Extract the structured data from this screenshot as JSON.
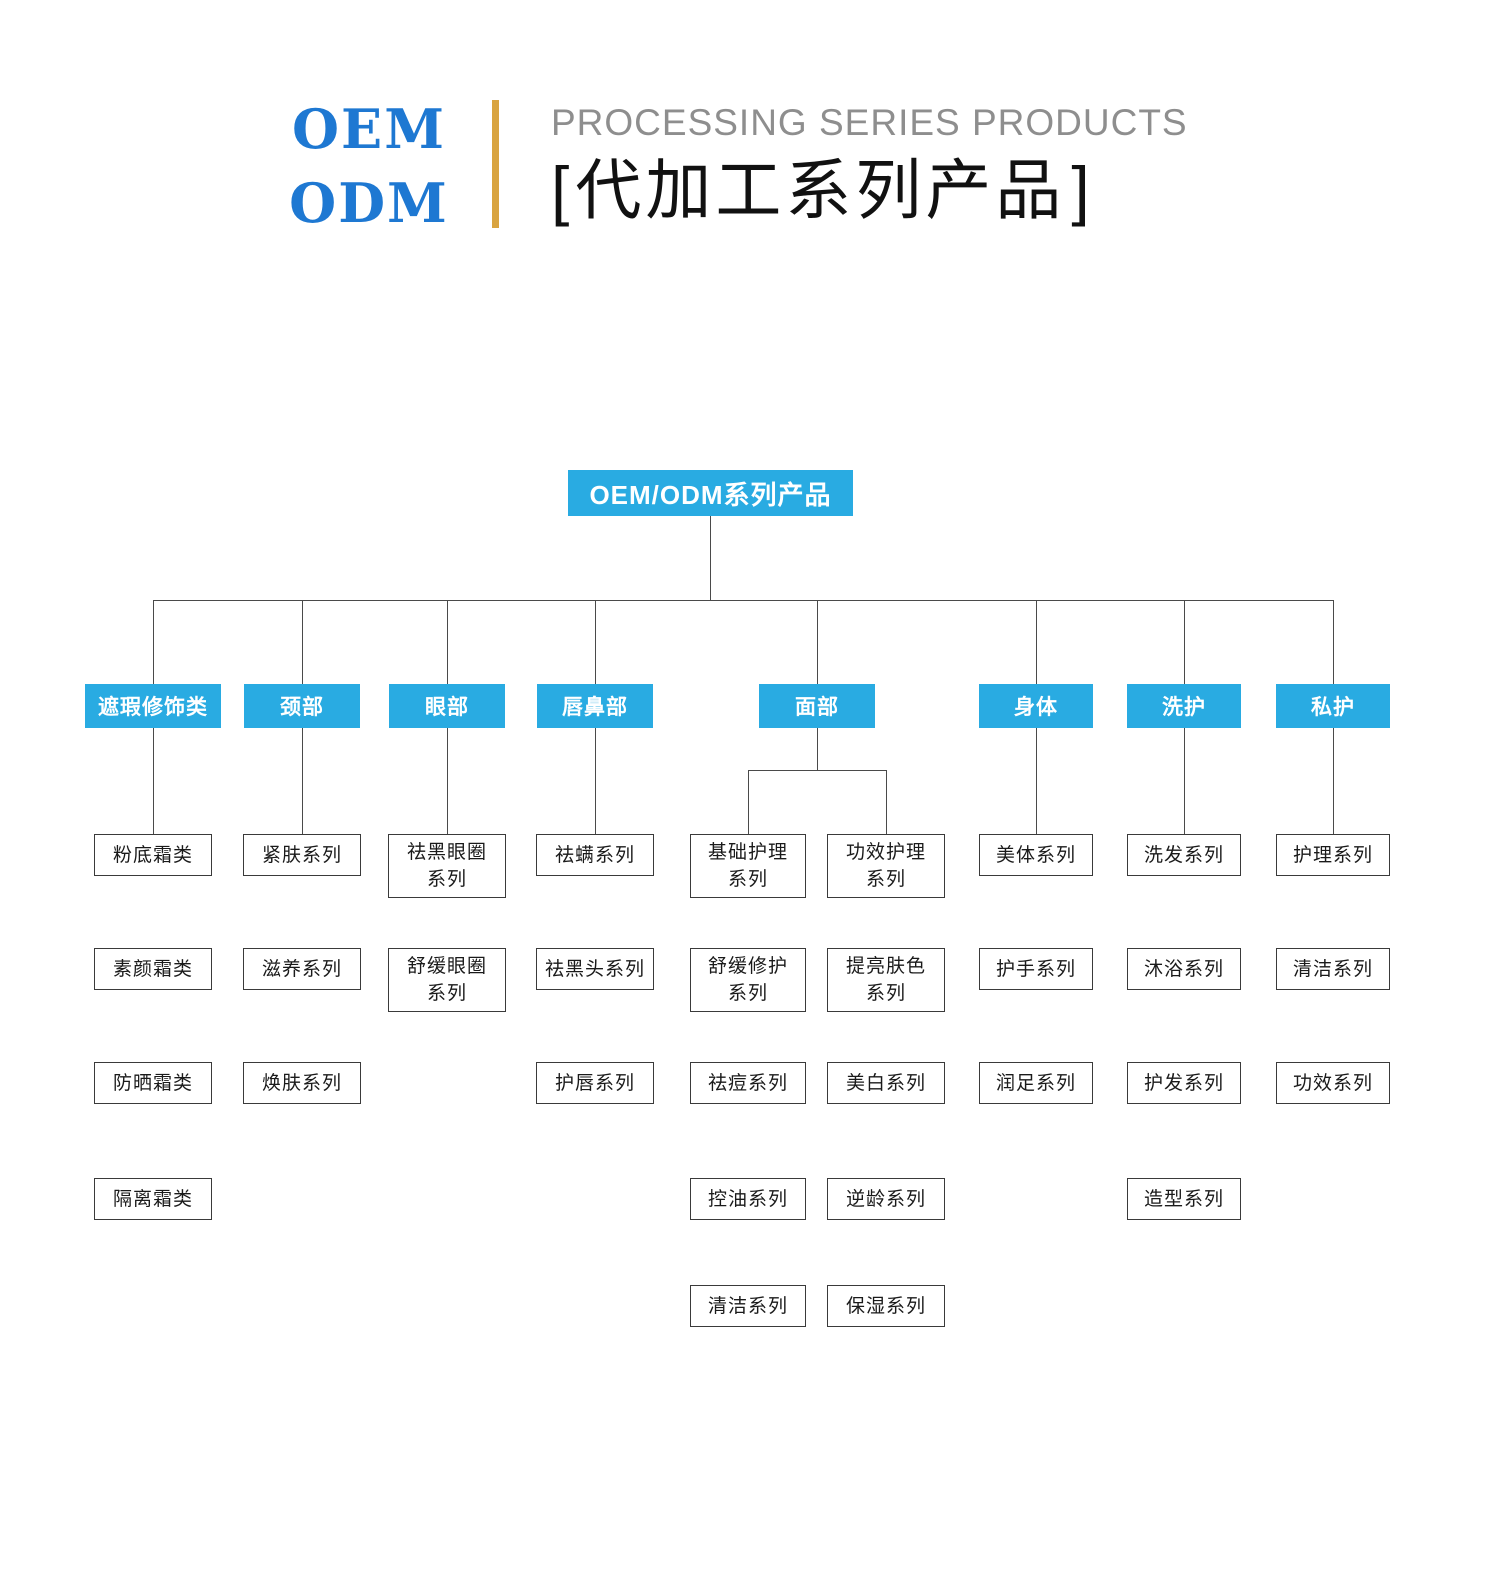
{
  "header": {
    "logo_line1": "OEM",
    "logo_line2": "ODM",
    "subtitle_en": "PROCESSING SERIES PRODUCTS",
    "bracket_left": "[",
    "title_cn": "代加工系列产品",
    "bracket_right": "]"
  },
  "colors": {
    "node_blue": "#29ABE2",
    "logo_blue": "#1E78D2",
    "divider_gold": "#D9A440",
    "line_gray": "#4a4a4a"
  },
  "tree": {
    "root": "OEM/ODM系列产品",
    "categories": [
      {
        "label": "遮瑕修饰类",
        "children": [
          "粉底霜类",
          "素颜霜类",
          "防晒霜类",
          "隔离霜类"
        ]
      },
      {
        "label": "颈部",
        "children": [
          "紧肤系列",
          "滋养系列",
          "焕肤系列"
        ]
      },
      {
        "label": "眼部",
        "children": [
          "祛黑眼圈\n系列",
          "舒缓眼圈\n系列"
        ]
      },
      {
        "label": "唇鼻部",
        "children": [
          "祛螨系列",
          "祛黑头系列",
          "护唇系列"
        ]
      },
      {
        "label": "面部",
        "left": [
          "基础护理\n系列",
          "舒缓修护\n系列",
          "祛痘系列",
          "控油系列",
          "清洁系列"
        ],
        "right": [
          "功效护理\n系列",
          "提亮肤色\n系列",
          "美白系列",
          "逆龄系列",
          "保湿系列"
        ]
      },
      {
        "label": "身体",
        "children": [
          "美体系列",
          "护手系列",
          "润足系列"
        ]
      },
      {
        "label": "洗护",
        "children": [
          "洗发系列",
          "沐浴系列",
          "护发系列",
          "造型系列"
        ]
      },
      {
        "label": "私护",
        "children": [
          "护理系列",
          "清洁系列",
          "功效系列"
        ]
      }
    ]
  }
}
